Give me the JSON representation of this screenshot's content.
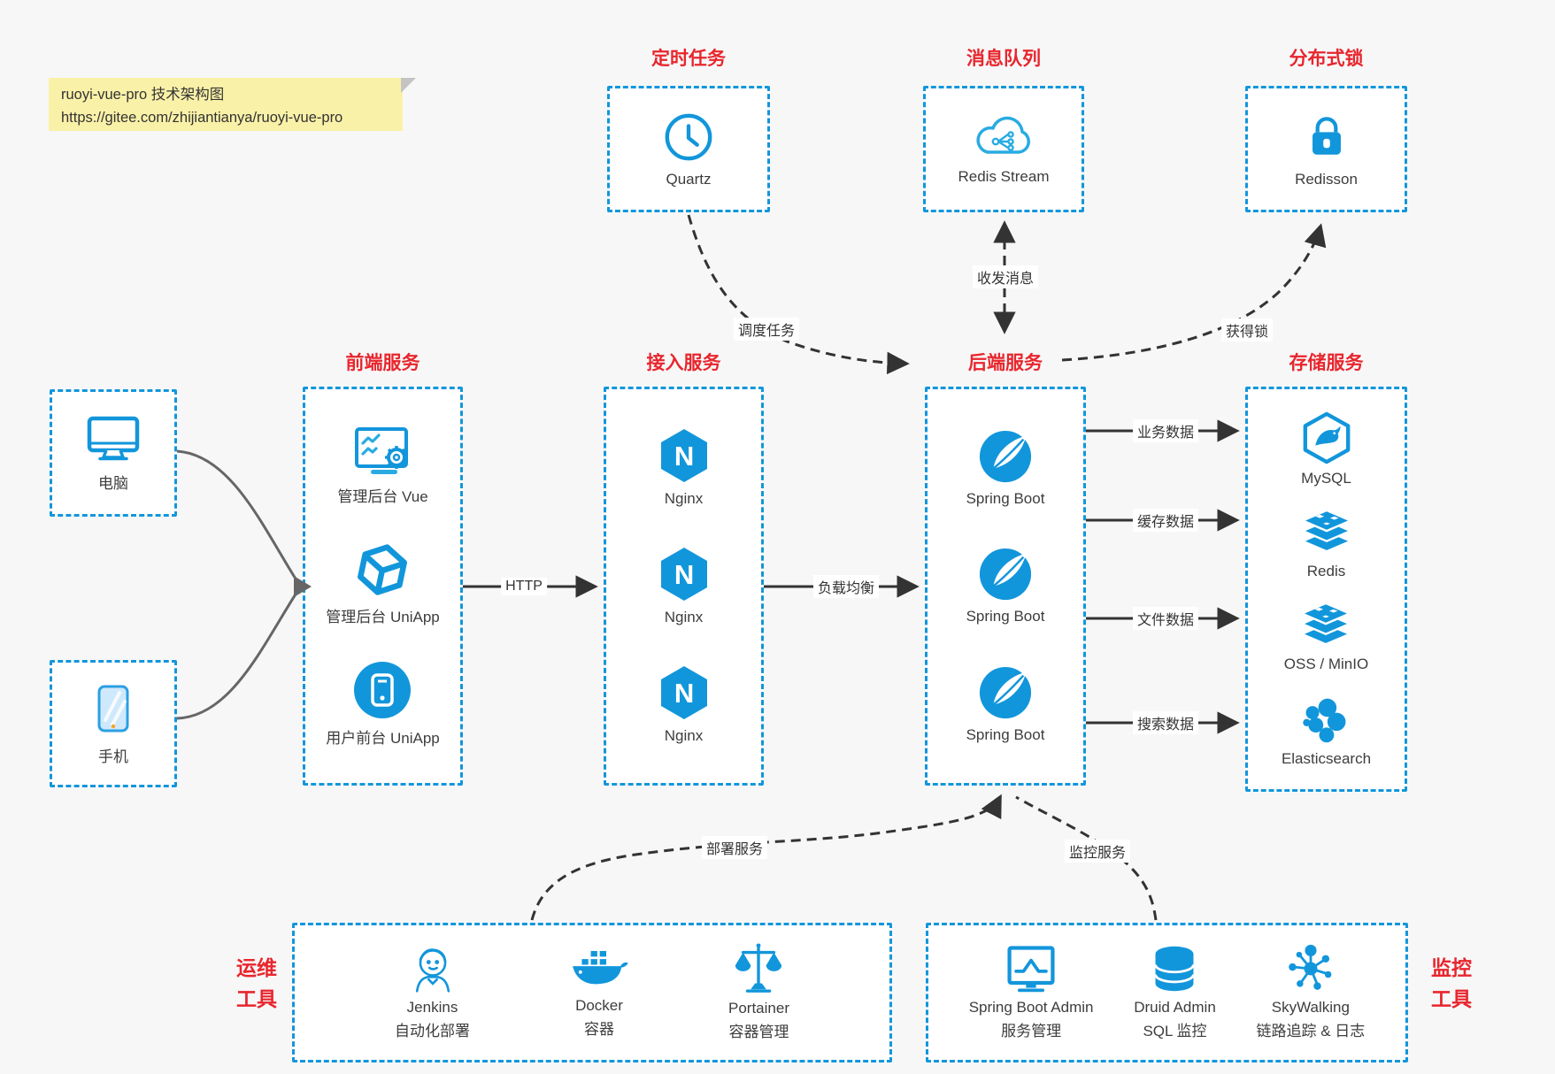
{
  "note": {
    "line1": "ruoyi-vue-pro 技术架构图",
    "line2": "https://gitee.com/zhijiantianya/ruoyi-vue-pro"
  },
  "top": {
    "quartz": {
      "title": "定时任务",
      "label": "Quartz"
    },
    "mq": {
      "title": "消息队列",
      "label": "Redis Stream"
    },
    "lock": {
      "title": "分布式锁",
      "label": "Redisson"
    }
  },
  "clients": {
    "pc": {
      "label": "电脑"
    },
    "phone": {
      "label": "手机"
    }
  },
  "frontend": {
    "title": "前端服务",
    "items": [
      {
        "label": "管理后台 Vue"
      },
      {
        "label": "管理后台 UniApp"
      },
      {
        "label": "用户前台 UniApp"
      }
    ]
  },
  "access": {
    "title": "接入服务",
    "items": [
      {
        "label": "Nginx"
      },
      {
        "label": "Nginx"
      },
      {
        "label": "Nginx"
      }
    ]
  },
  "backend": {
    "title": "后端服务",
    "items": [
      {
        "label": "Spring Boot"
      },
      {
        "label": "Spring Boot"
      },
      {
        "label": "Spring Boot"
      }
    ]
  },
  "storage": {
    "title": "存储服务",
    "items": [
      {
        "label": "MySQL"
      },
      {
        "label": "Redis"
      },
      {
        "label": "OSS / MinIO"
      },
      {
        "label": "Elasticsearch"
      }
    ]
  },
  "edges": {
    "http": "HTTP",
    "lb": "负载均衡",
    "biz": "业务数据",
    "cache": "缓存数据",
    "file": "文件数据",
    "search": "搜索数据",
    "schedule": "调度任务",
    "mq": "收发消息",
    "lock": "获得锁",
    "deploy": "部署服务",
    "monitor": "监控服务"
  },
  "ops": {
    "title_line1": "运维",
    "title_line2": "工具",
    "items": [
      {
        "name": "Jenkins",
        "desc": "自动化部署"
      },
      {
        "name": "Docker",
        "desc": "容器"
      },
      {
        "name": "Portainer",
        "desc": "容器管理"
      }
    ]
  },
  "monitoring": {
    "title_line1": "监控",
    "title_line2": "工具",
    "items": [
      {
        "name": "Spring Boot Admin",
        "desc": "服务管理"
      },
      {
        "name": "Druid Admin",
        "desc": "SQL 监控"
      },
      {
        "name": "SkyWalking",
        "desc": "链路追踪 & 日志"
      }
    ]
  },
  "icons": {
    "nginx_letter": "N"
  },
  "colors": {
    "accent": "#1296db",
    "title_red": "#e8262d",
    "line_dark": "#333333",
    "client_line": "#666666",
    "note_bg": "#faf1a8",
    "page_bg": "#f7f7f8"
  }
}
